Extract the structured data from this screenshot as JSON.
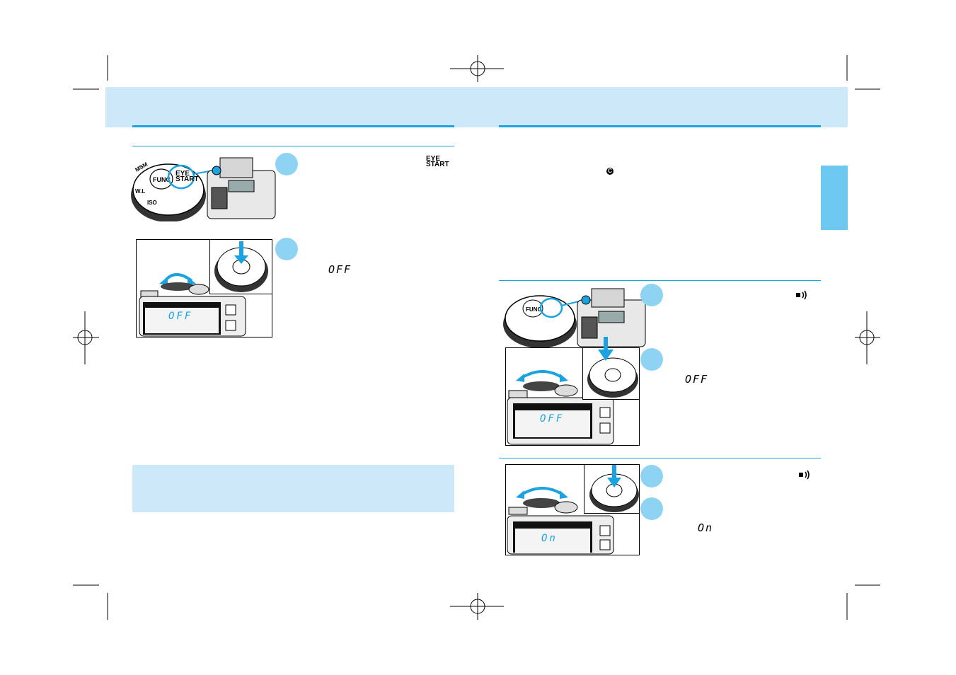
{
  "header_band": {
    "color": "#cde8f8"
  },
  "accent_color": "#1aa3e0",
  "left_page": {
    "step1": {
      "symbol_line1": "EYE",
      "symbol_line2": "START"
    },
    "dial": {
      "center_label": "FUNC",
      "highlight_line1": "EYE",
      "highlight_line2": "START"
    },
    "step2": {
      "display_value": "OFF"
    },
    "lcd": {
      "value": "OFF"
    }
  },
  "right_page": {
    "intro_symbol": "C",
    "section1": {
      "step1_icon": "beep-icon",
      "step2_display_value": "OFF",
      "lcd_value": "OFF",
      "dial_center_label": "FUNC"
    },
    "section2": {
      "step1_icon": "beep-icon",
      "step2_display_value": "On",
      "lcd_value": "On"
    }
  }
}
